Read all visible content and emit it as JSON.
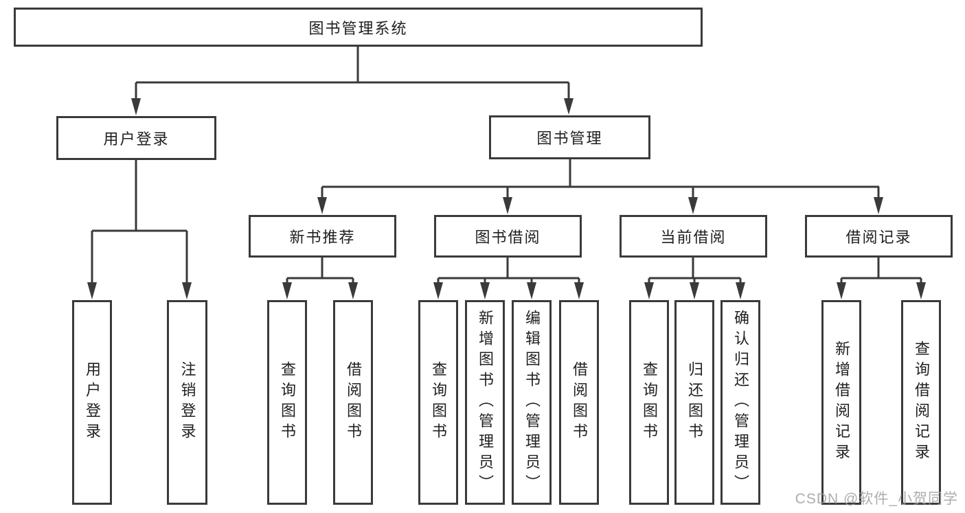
{
  "diagram": {
    "root": {
      "label": "图书管理系统"
    },
    "branches": [
      {
        "label": "用户登录",
        "children": [
          {
            "label": "用户登录"
          },
          {
            "label": "注销登录"
          }
        ]
      },
      {
        "label": "图书管理",
        "children": [
          {
            "label": "新书推荐",
            "children": [
              {
                "label": "查询图书"
              },
              {
                "label": "借阅图书"
              }
            ]
          },
          {
            "label": "图书借阅",
            "children": [
              {
                "label": "查询图书"
              },
              {
                "label": "新增图书（管理员）"
              },
              {
                "label": "编辑图书（管理员）"
              },
              {
                "label": "借阅图书"
              }
            ]
          },
          {
            "label": "当前借阅",
            "children": [
              {
                "label": "查询图书"
              },
              {
                "label": "归还图书"
              },
              {
                "label": "确认归还（管理员）"
              }
            ]
          },
          {
            "label": "借阅记录",
            "children": [
              {
                "label": "新增借阅记录"
              },
              {
                "label": "查询借阅记录"
              }
            ]
          }
        ]
      }
    ]
  },
  "watermark": {
    "text": "CSDN @软件_小贺同学"
  },
  "colors": {
    "line": "#3a3a3a",
    "box_border": "#3a3a3a",
    "box_background": "#ffffff",
    "text": "#1f1f1f",
    "watermark_text": "#9e9e9e"
  }
}
